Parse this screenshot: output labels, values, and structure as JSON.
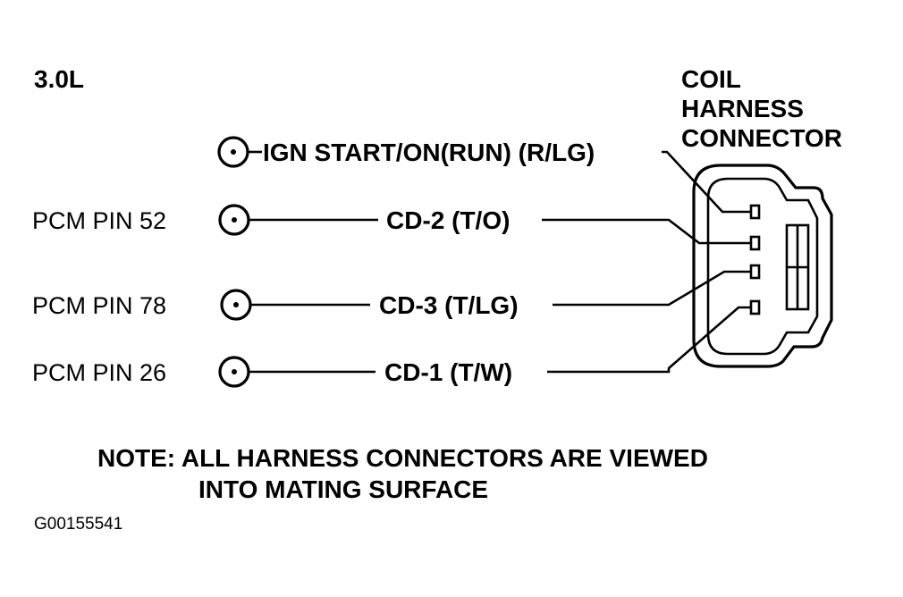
{
  "engine": "3.0L",
  "connector_title": [
    "COIL",
    "HARNESS",
    "CONNECTOR"
  ],
  "wires": [
    {
      "source": "",
      "circuit": "IGN START/ON(RUN) (R/LG)",
      "pin": 1
    },
    {
      "source": "PCM PIN 52",
      "circuit": "CD-2 (T/O)",
      "pin": 2
    },
    {
      "source": "PCM PIN 78",
      "circuit": "CD-3 (T/LG)",
      "pin": 3
    },
    {
      "source": "PCM PIN 26",
      "circuit": "CD-1 (T/W)",
      "pin": 4
    }
  ],
  "note": [
    "NOTE: ALL HARNESS CONNECTORS ARE VIEWED",
    "INTO MATING SURFACE"
  ],
  "figure_code": "G00155541"
}
